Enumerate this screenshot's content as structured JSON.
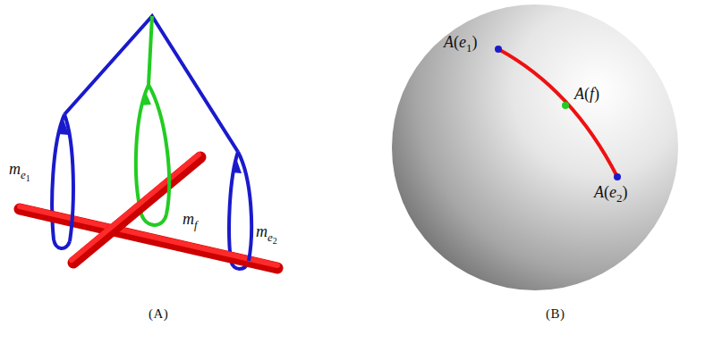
{
  "diagram": {
    "labels": [
      "me1",
      "mf",
      "me2",
      "(A)",
      "A(e1)",
      "A(f)",
      "A(e2)",
      "(B)"
    ]
  }
}
